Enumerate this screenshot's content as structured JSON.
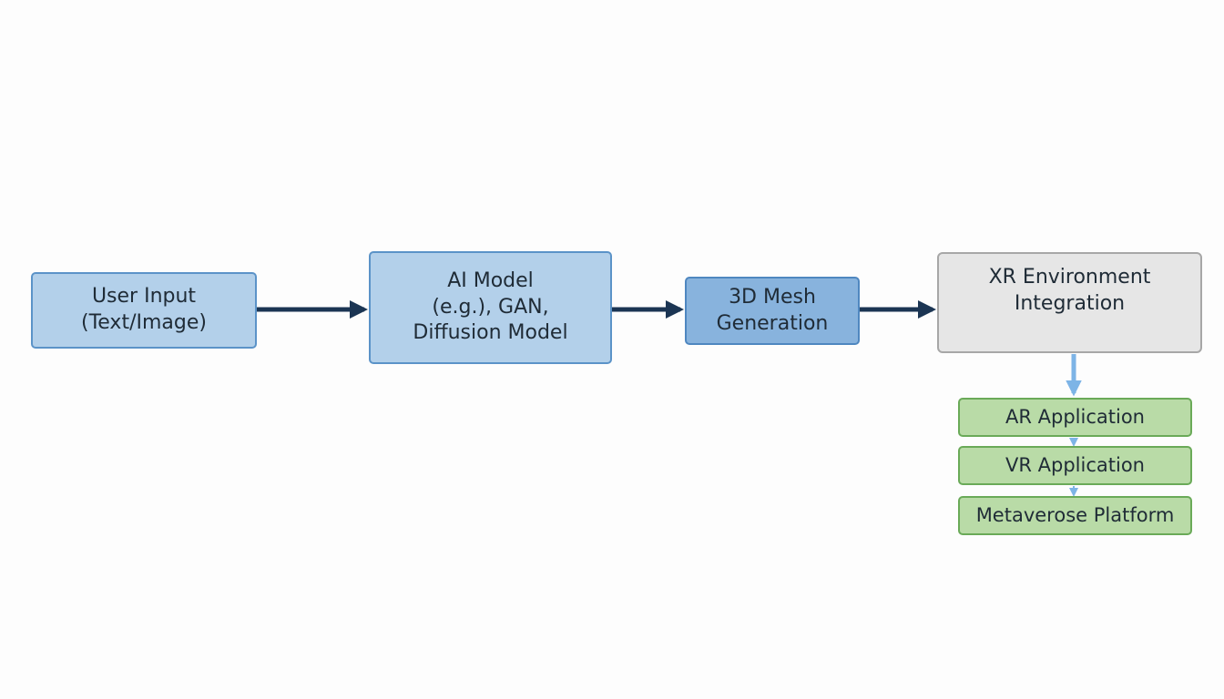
{
  "diagram": {
    "nodes": {
      "user_input": {
        "line1": "User Input",
        "line2": "(Text/Image)"
      },
      "ai_model": {
        "line1": "AI Model",
        "line2": "(e.g.), GAN,",
        "line3": "Diffusion Model"
      },
      "mesh": {
        "line1": "3D Mesh",
        "line2": "Generation"
      },
      "xr": {
        "line1": "XR Environment",
        "line2": "Integration"
      },
      "ar": {
        "label": "AR Application"
      },
      "vr": {
        "label": "VR Application"
      },
      "metaverse": {
        "label": "Metaverose Platform"
      }
    },
    "edges": [
      {
        "from": "user_input",
        "to": "ai_model"
      },
      {
        "from": "ai_model",
        "to": "mesh"
      },
      {
        "from": "mesh",
        "to": "xr"
      },
      {
        "from": "xr",
        "to": "ar"
      },
      {
        "from": "ar",
        "to": "vr"
      },
      {
        "from": "vr",
        "to": "metaverse"
      }
    ],
    "colors": {
      "main_arrow": "#1b3553",
      "branch_arrow": "#7db4e6",
      "input_box": "#b3d0ea",
      "mesh_box": "#88b3dd",
      "xr_box": "#e6e6e6",
      "app_box": "#b9dba7"
    }
  }
}
